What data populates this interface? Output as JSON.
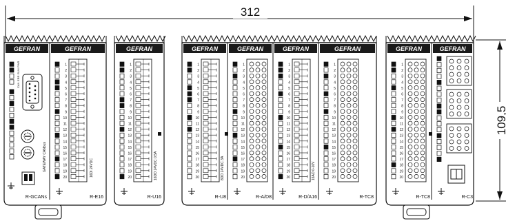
{
  "dimensions": {
    "width_label": "312",
    "height_label": "109,5"
  },
  "brand": "GEFRAN",
  "modules": [
    {
      "id": "gcan",
      "label": "R-GCANs",
      "side_text": "GATEWAY CANbus",
      "status_labels": [
        "PWR",
        "RUN",
        "ERR",
        "CAN"
      ]
    },
    {
      "id": "e16",
      "label": "R-E16",
      "side_text": "16DI 24VDC"
    },
    {
      "id": "u16",
      "label": "R-U16",
      "side_text": "16DO 24VDC 0,5A"
    },
    {
      "id": "u8",
      "label": "R-U8",
      "side_text": "8DO 24VDC 3A"
    },
    {
      "id": "ad8",
      "label": "R-A/D8"
    },
    {
      "id": "da16",
      "label": "R-D/A16",
      "side_text": "16AO 0-10V"
    },
    {
      "id": "tc8a",
      "label": "R-TC8"
    },
    {
      "id": "tc8b",
      "label": "R-TC8"
    },
    {
      "id": "c3",
      "label": "R-C3"
    }
  ],
  "terminal_numbers": [
    "1",
    "2",
    "3",
    "4",
    "5",
    "6",
    "7",
    "8",
    "9",
    "10",
    "11",
    "12",
    "13",
    "14",
    "15",
    "16",
    "17",
    "18",
    "19",
    "20"
  ]
}
